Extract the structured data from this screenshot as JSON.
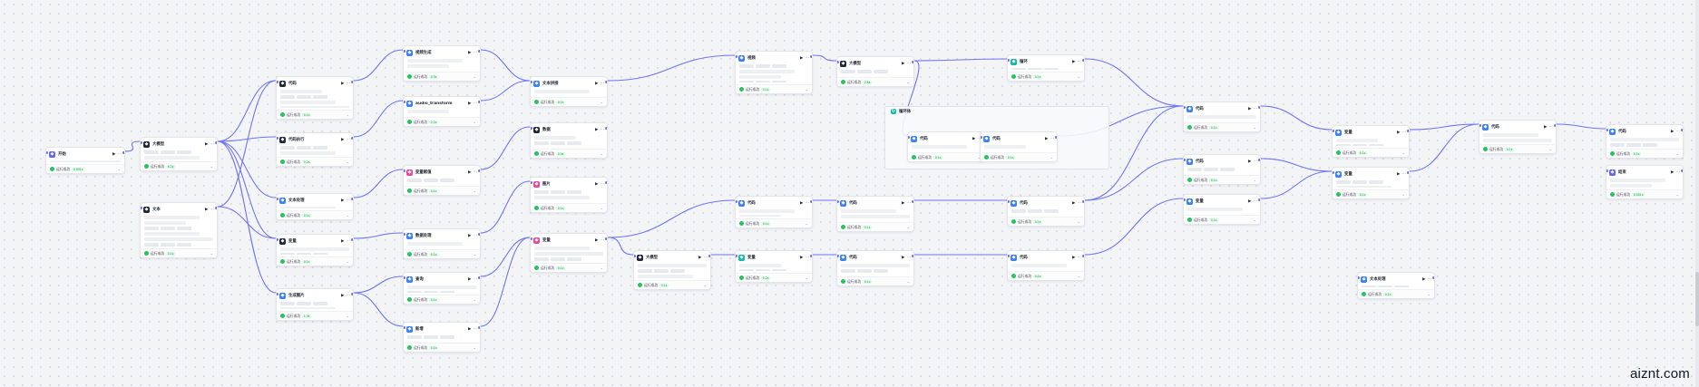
{
  "colors": {
    "edge": "#6e74f0",
    "start": "#6366f1",
    "dark": "#1f2937",
    "llm": "#6366f1",
    "code": "#3b82f6",
    "text": "#0ea5e9",
    "teal": "#14b8a6",
    "pink": "#ec4899",
    "end": "#6366f1"
  },
  "footer_text": "运行成功",
  "watermark": "aiznt.com",
  "group": {
    "title": "循环体"
  },
  "nodes": [
    {
      "key": "start",
      "title": "开始",
      "icon": "start-icon",
      "color": "#6366f1",
      "badge": "0.001s"
    },
    {
      "key": "n2",
      "title": "大模型",
      "icon": "llm-icon",
      "color": "#1f2937",
      "badge": "6.2s"
    },
    {
      "key": "n3",
      "title": "文本",
      "icon": "text-icon",
      "color": "#1f2937",
      "badge": "0.1s"
    },
    {
      "key": "n4",
      "title": "代码",
      "icon": "code-icon",
      "color": "#1f2937",
      "badge": "0.1s"
    },
    {
      "key": "n5",
      "title": "代码执行",
      "icon": "code-icon",
      "color": "#1f2937",
      "badge": "0.2s"
    },
    {
      "key": "n6",
      "title": "文本处理",
      "icon": "text-icon",
      "color": "#3b82f6",
      "badge": "0.1s"
    },
    {
      "key": "n7",
      "title": "变量",
      "icon": "variable-icon",
      "color": "#1f2937",
      "badge": "0.1s"
    },
    {
      "key": "n8",
      "title": "生成图片",
      "icon": "image-icon",
      "color": "#3b82f6",
      "badge": "1.3s"
    },
    {
      "key": "n9",
      "title": "视频生成",
      "icon": "video-icon",
      "color": "#3b82f6",
      "badge": "0.3s"
    },
    {
      "key": "n10",
      "title": "audio_transform",
      "icon": "audio-icon",
      "color": "#3b82f6",
      "badge": "2.2s"
    },
    {
      "key": "n11",
      "title": "变量赋值",
      "icon": "variable-icon",
      "color": "#ec4899",
      "badge": "0.1s"
    },
    {
      "key": "n12",
      "title": "数据处理",
      "icon": "data-icon",
      "color": "#3b82f6",
      "badge": "0.1s"
    },
    {
      "key": "n13",
      "title": "查询",
      "icon": "search-icon",
      "color": "#3b82f6",
      "badge": "0.1s"
    },
    {
      "key": "n14",
      "title": "新增",
      "icon": "add-icon",
      "color": "#3b82f6",
      "badge": "0.1s"
    },
    {
      "key": "n15",
      "title": "文本拼接",
      "icon": "text-icon",
      "color": "#3b82f6",
      "badge": "0.1s"
    },
    {
      "key": "n16",
      "title": "数据",
      "icon": "data-icon",
      "color": "#1f2937",
      "badge": "0.4s"
    },
    {
      "key": "n17",
      "title": "图片",
      "icon": "image-icon",
      "color": "#ec4899",
      "badge": "0.1s"
    },
    {
      "key": "n18",
      "title": "变量",
      "icon": "variable-icon",
      "color": "#ec4899",
      "badge": "0.1s"
    },
    {
      "key": "n19",
      "title": "大模型",
      "icon": "llm-icon",
      "color": "#1f2937",
      "badge": "3.1s"
    },
    {
      "key": "n20",
      "title": "视频",
      "icon": "video-icon",
      "color": "#3b82f6",
      "badge": "0.1s"
    },
    {
      "key": "n21",
      "title": "代码",
      "icon": "code-icon",
      "color": "#3b82f6",
      "badge": "0.1s"
    },
    {
      "key": "n22",
      "title": "变量",
      "icon": "variable-icon",
      "color": "#14b8a6",
      "badge": "0.2s"
    },
    {
      "key": "n23",
      "title": "大模型",
      "icon": "llm-icon",
      "color": "#1f2937",
      "badge": "2.6s"
    },
    {
      "key": "n24",
      "title": "代码",
      "icon": "code-icon",
      "color": "#3b82f6",
      "badge": "0.1s"
    },
    {
      "key": "n25",
      "title": "代码",
      "icon": "code-icon",
      "color": "#3b82f6",
      "badge": "0.1s"
    },
    {
      "key": "n26",
      "title": "循环",
      "icon": "loop-icon",
      "color": "#14b8a6",
      "badge": "0.1s"
    },
    {
      "key": "n27",
      "title": "代码",
      "icon": "code-icon",
      "color": "#3b82f6",
      "badge": "0.1s"
    },
    {
      "key": "n28",
      "title": "代码",
      "icon": "code-icon",
      "color": "#3b82f6",
      "badge": "0.1s"
    },
    {
      "key": "n29",
      "title": "代码",
      "icon": "code-icon",
      "color": "#3b82f6",
      "badge": "0.1s"
    },
    {
      "key": "n30",
      "title": "代码",
      "icon": "code-icon",
      "color": "#3b82f6",
      "badge": "0.1s"
    },
    {
      "key": "n31",
      "title": "代码",
      "icon": "code-icon",
      "color": "#3b82f6",
      "badge": "0.1s"
    },
    {
      "key": "n32",
      "title": "代码",
      "icon": "code-icon",
      "color": "#3b82f6",
      "badge": "0.1s"
    },
    {
      "key": "n33",
      "title": "变量",
      "icon": "variable-icon",
      "color": "#3b82f6",
      "badge": "0.1s"
    },
    {
      "key": "n34",
      "title": "变量",
      "icon": "variable-icon",
      "color": "#3b82f6",
      "badge": "0.1s"
    },
    {
      "key": "n35",
      "title": "变量",
      "icon": "variable-icon",
      "color": "#3b82f6",
      "badge": "0.1s"
    },
    {
      "key": "n36",
      "title": "代码",
      "icon": "code-icon",
      "color": "#3b82f6",
      "badge": "0.1s"
    },
    {
      "key": "n37",
      "title": "代码",
      "icon": "code-icon",
      "color": "#3b82f6",
      "badge": "0.1s"
    },
    {
      "key": "n38",
      "title": "文本处理",
      "icon": "text-icon",
      "color": "#3b82f6",
      "badge": "0.1s"
    },
    {
      "key": "n39",
      "title": "结束",
      "icon": "end-icon",
      "color": "#6366f1",
      "badge": "0.001s"
    }
  ]
}
